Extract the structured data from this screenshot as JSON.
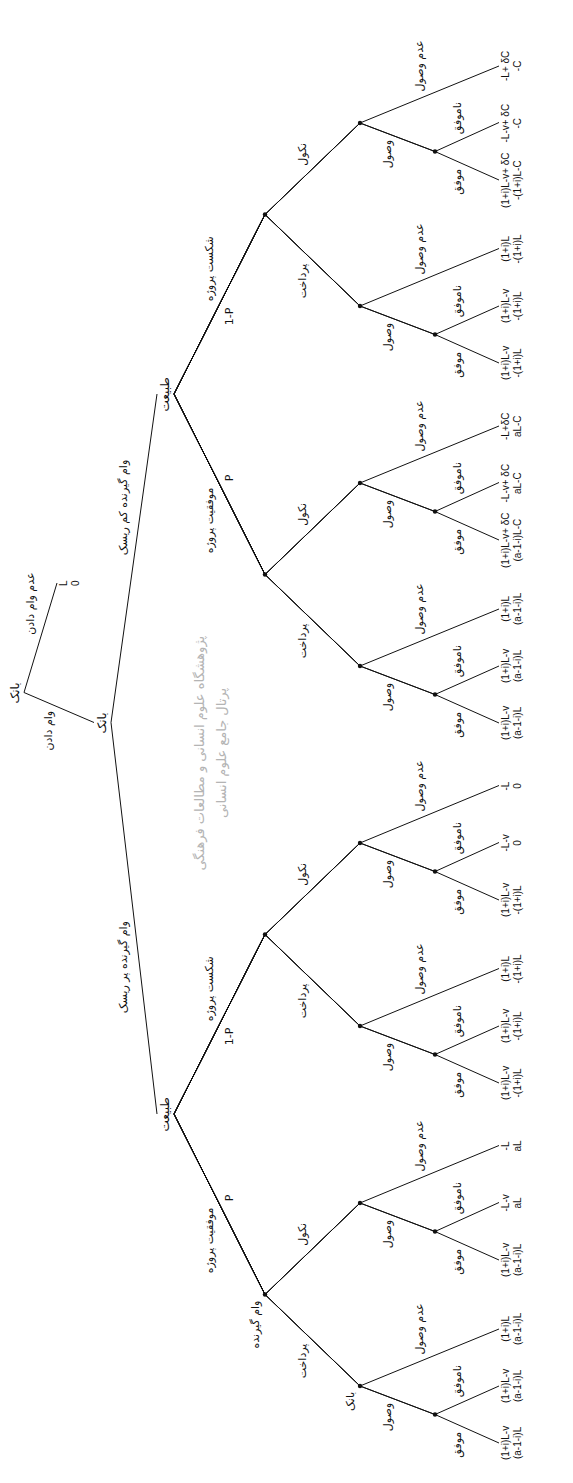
{
  "diagram": {
    "nodes": [
      {
        "text": [
          "بانک"
        ]
      },
      {
        "text": [
          "L",
          "0"
        ]
      },
      {
        "text": [
          "بانک"
        ]
      },
      {
        "text": [
          "طبیعت"
        ]
      },
      {
        "text": [
          "طبیعت"
        ]
      },
      {
        "text": [
          "(1+i)L-v",
          "(a-1-i)L"
        ]
      },
      {
        "text": [
          "(1+i)L-v",
          "(a-1-i)L"
        ]
      },
      {
        "text": [
          "(1+i)L",
          "(a-1-i)L"
        ]
      },
      {
        "text": [
          "(1+i)L-v",
          "(a-1-i)L"
        ]
      },
      {
        "text": [
          "-L-v",
          "aL"
        ]
      },
      {
        "text": [
          "-L",
          "aL"
        ]
      },
      {
        "text": [
          "(1+i)L-v",
          "-(1+i)L"
        ]
      },
      {
        "text": [
          "(1+i)L-v",
          "-(1+i)L"
        ]
      },
      {
        "text": [
          "(1+i)L",
          "-(1+i)L"
        ]
      },
      {
        "text": [
          "(1+i)L-v",
          "-(1+i)L"
        ]
      },
      {
        "text": [
          "-L-v",
          "0"
        ]
      },
      {
        "text": [
          "-L",
          "0"
        ]
      },
      {
        "text": [
          "(1+i)L-v",
          "(a-1-i)L"
        ]
      },
      {
        "text": [
          "(1+i)L-v",
          "(a-1-i)L"
        ]
      },
      {
        "text": [
          "(1+i)L",
          "(a-1-i)L"
        ]
      },
      {
        "text": [
          "(1+i)L-v+ δC",
          "(a-1-i)L-C"
        ]
      },
      {
        "text": [
          "-L-v+ δC",
          "aL-C"
        ]
      },
      {
        "text": [
          "-L+δC",
          "aL-C"
        ]
      },
      {
        "text": [
          "(1+i)L-v",
          "-(1+i)L"
        ]
      },
      {
        "text": [
          "(1+i)L-v",
          "-(1+i)L"
        ]
      },
      {
        "text": [
          "(1+i)L",
          "-(1+i)L"
        ]
      },
      {
        "text": [
          "(1+i)L-v+ δC",
          "-(1+i)L-C"
        ]
      },
      {
        "text": [
          "-L-v+ δC",
          "-C"
        ]
      },
      {
        "text": [
          "-L+ δC",
          "-C"
        ]
      }
    ],
    "edges": [
      {
        "from": 0,
        "to": 1,
        "arrow": "none",
        "label": "عدم وام دادن"
      },
      {
        "from": 0,
        "to": 2,
        "arrow": "none",
        "label": "وام دادن"
      },
      {
        "from": 2,
        "to": 3,
        "arrow": "none",
        "label": "وام گیرنده پر ریسک"
      },
      {
        "from": 2,
        "to": 4,
        "arrow": "none",
        "label": "وام گیرنده کم ریسک"
      },
      {
        "from": 3,
        "to": 5,
        "arrow": "none"
      },
      {
        "from": 3,
        "to": 6,
        "arrow": "none"
      },
      {
        "from": 3,
        "to": 7,
        "arrow": "none"
      },
      {
        "from": 3,
        "to": 8,
        "arrow": "none"
      },
      {
        "from": 3,
        "to": 9,
        "arrow": "none"
      },
      {
        "from": 3,
        "to": 10,
        "arrow": "none"
      },
      {
        "from": 3,
        "to": 11,
        "arrow": "none"
      },
      {
        "from": 3,
        "to": 12,
        "arrow": "none"
      },
      {
        "from": 3,
        "to": 13,
        "arrow": "none"
      },
      {
        "from": 3,
        "to": 14,
        "arrow": "none"
      },
      {
        "from": 3,
        "to": 15,
        "arrow": "none"
      },
      {
        "from": 3,
        "to": 16,
        "arrow": "none"
      },
      {
        "from": 4,
        "to": 17,
        "arrow": "none"
      },
      {
        "from": 4,
        "to": 18,
        "arrow": "none"
      },
      {
        "from": 4,
        "to": 19,
        "arrow": "none"
      },
      {
        "from": 4,
        "to": 20,
        "arrow": "none"
      },
      {
        "from": 4,
        "to": 21,
        "arrow": "none"
      },
      {
        "from": 4,
        "to": 22,
        "arrow": "none"
      },
      {
        "from": 4,
        "to": 23,
        "arrow": "none"
      },
      {
        "from": 4,
        "to": 24,
        "arrow": "none"
      },
      {
        "from": 4,
        "to": 25,
        "arrow": "none"
      },
      {
        "from": 4,
        "to": 26,
        "arrow": "none"
      },
      {
        "from": 4,
        "to": 27,
        "arrow": "none"
      },
      {
        "from": 4,
        "to": 28,
        "arrow": "none"
      }
    ],
    "labels": [
      "موفقیت پروژه",
      "P",
      "شکست پروژه",
      "1-P",
      "وام گیرنده",
      "پرداخت",
      "نکول",
      "بانک",
      "وصول",
      "عدم وصول",
      "موفق",
      "ناموفق",
      "وصول",
      "عدم وصول",
      "موفق",
      "ناموفق",
      "پرداخت",
      "نکول",
      "وصول",
      "عدم وصول",
      "موفق",
      "ناموفق",
      "وصول",
      "عدم وصول",
      "موفق",
      "ناموفق",
      "موفقیت پروژه",
      "P",
      "شکست پروژه",
      "1-P",
      "پرداخت",
      "نکول",
      "وصول",
      "عدم وصول",
      "موفق",
      "ناموفق",
      "وصول",
      "عدم وصول",
      "موفق",
      "ناموفق",
      "پرداخت",
      "نکول",
      "وصول",
      "عدم وصول",
      "موفق",
      "ناموفق",
      "وصول",
      "عدم وصول",
      "موفق",
      "ناموفق",
      "پژوهشگاه علوم انسانی و مطالعات فرهنگی",
      "پرتال جامع علوم انسانی"
    ]
  }
}
